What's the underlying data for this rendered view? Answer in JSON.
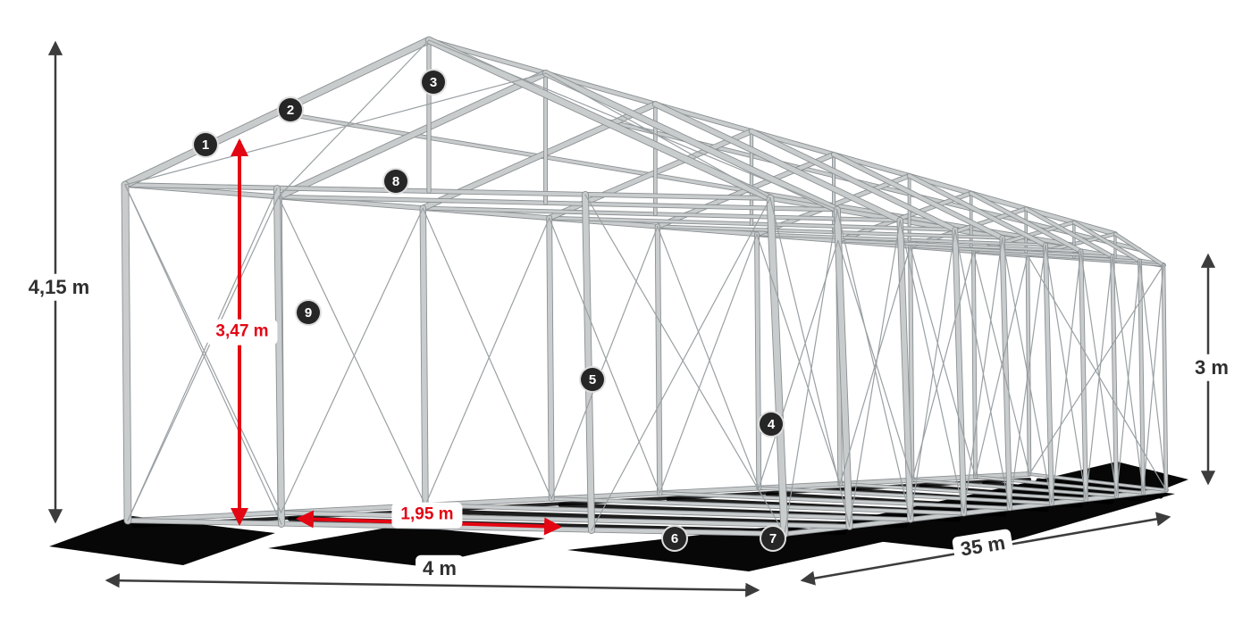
{
  "diagram": {
    "dimensions": {
      "total_height": "4,15 m",
      "inner_height": "3,47 m",
      "side_height": "3 m",
      "entrance_width": "1,95 m",
      "width": "4 m",
      "length": "35 m"
    },
    "markers": [
      "1",
      "2",
      "3",
      "4",
      "5",
      "6",
      "7",
      "8",
      "9"
    ],
    "colors": {
      "accent_red": "#e30613",
      "marker_bg": "#262626",
      "marker_text": "#ffffff",
      "arrow_dark": "#3c3c3c",
      "frame_gray": "#b4b7ba",
      "background": "#ffffff"
    }
  }
}
